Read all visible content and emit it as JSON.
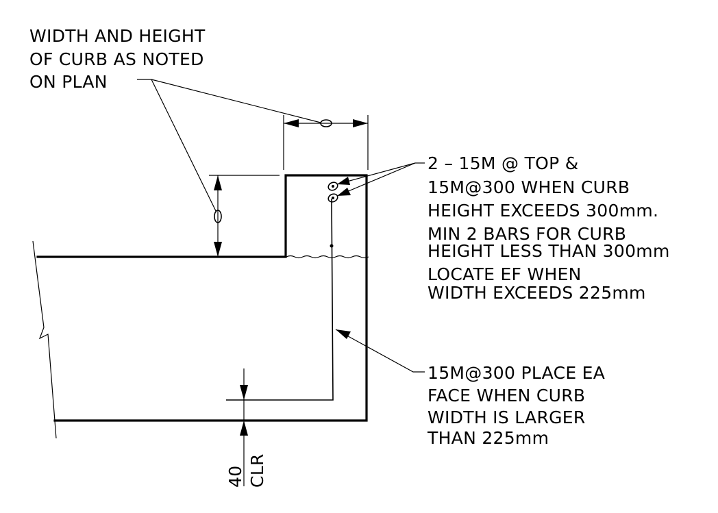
{
  "notes": {
    "curb_size": [
      "WIDTH AND HEIGHT",
      "OF CURB AS NOTED",
      "ON PLAN"
    ],
    "top_bars": [
      "2 – 15M @ TOP &",
      "15M@300 WHEN CURB",
      "HEIGHT EXCEEDS 300mm.",
      "MIN 2 BARS FOR CURB",
      "HEIGHT LESS THAN 300mm",
      "LOCATE EF WHEN",
      "WIDTH EXCEEDS 225mm"
    ],
    "face_bars": [
      "15M@300 PLACE EA",
      "FACE WHEN CURB",
      "WIDTH IS LARGER",
      "THAN 225mm"
    ]
  },
  "cover": {
    "value": "40",
    "label": "CLR"
  },
  "colors": {
    "ink": "#000000",
    "paper": "#ffffff"
  }
}
